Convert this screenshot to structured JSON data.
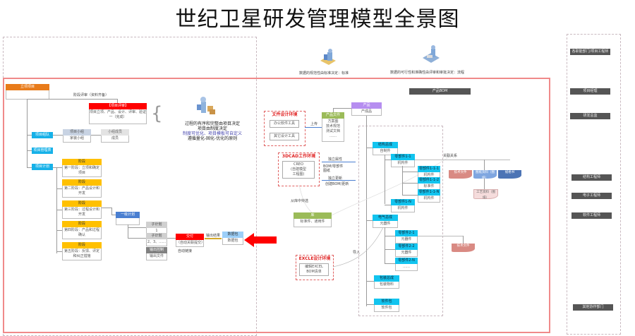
{
  "title": "世纪卫星研发管理模型全景图",
  "captions": {
    "standard": "数据的规范性由标准决定：标准",
    "process": "数据的可行性和准确性由评审和审批决定：流程",
    "process_note": [
      "过程的有序和完整由项目决定",
      "项目由制度决定",
      "制度可优化、项目模板可自定义",
      "遵循量化-固化-优化的原则"
    ]
  },
  "left": {
    "root": {
      "header": "立项项目",
      "body": ""
    },
    "review_label": "阶段评审（资料齐备）",
    "review": {
      "header": "【项目评审】",
      "body": "项目立项、产品、设计、评审、验证一（完成）"
    },
    "team": {
      "tag": "项目组队",
      "group": {
        "header": "项目小组",
        "body": "家装小组"
      },
      "member": {
        "header": "小组成员",
        "body": "成员"
      }
    },
    "mgmt": {
      "tag": "项目管理表"
    },
    "plan": {
      "tag": "项目计划"
    },
    "phases": [
      {
        "header": "阶段",
        "body": "第一阶段：立项和确定项目"
      },
      {
        "header": "阶段",
        "body": "第二阶段：产品设计和开发"
      },
      {
        "header": "阶段",
        "body": "第三阶段：过程设计和开发"
      },
      {
        "header": "阶段",
        "body": "第四阶段：产品和过程确认"
      },
      {
        "header": "阶段",
        "body": "第五阶段：反馈、评定和纠正措施"
      }
    ],
    "level1": {
      "header": "一级计划",
      "body": ""
    },
    "sub1": {
      "header": "子计划",
      "body": "1"
    },
    "sub2": {
      "header": "子计划",
      "body": "2、3、……"
    },
    "output_ctrl": {
      "header": "输出控制",
      "body": "输出文件"
    },
    "deliver": {
      "header": "交付",
      "body": "（自动关联提交）"
    },
    "auto_link": "自动链接",
    "output_link": "输出结果",
    "data": {
      "header": "数据包",
      "body": "数据包"
    }
  },
  "middle": {
    "file_env": {
      "title": "文件设计环境",
      "items": [
        "办公软件工具",
        "其它设计工具"
      ]
    },
    "upload": "上传",
    "product_doc": {
      "header": "产品文件",
      "lines": [
        "方案图",
        "技术规范",
        "测试文档",
        "……"
      ]
    },
    "product": {
      "header": "产品",
      "body": "产成品"
    },
    "cad_env": {
      "title": "3DCAD工作环境",
      "body": [
        "CREO",
        "(自建模型",
        "工程图)"
      ]
    },
    "bom_in": "独立属性",
    "bom_label": [
      "BOM/零部件",
      "图纸"
    ],
    "bom_out": "独立更新",
    "bom_out2": "创建BOM/更新",
    "select": "从库中筛选",
    "lib": {
      "header": "库",
      "body": "标准件、通用件"
    },
    "excel_env": {
      "title": "EXCLE设计环境",
      "body": [
        "编辑EXCEL",
        "BOM清单"
      ]
    },
    "import": "导入"
  },
  "bom": {
    "title": "产品BOM",
    "relation": "关联关系",
    "nodes": [
      {
        "header": "结构总成",
        "body": "自制件"
      },
      {
        "header": "零部件1-1",
        "body": "机构件"
      },
      {
        "header": "零部件1-1-1",
        "body": "机构件"
      },
      {
        "header": "零部件1-1-2",
        "body": "标准件"
      },
      {
        "header": "零部件1-1-N",
        "body": "机构件"
      },
      {
        "header": "零部件1-N",
        "body": "机构件"
      },
      {
        "header": "电气总成",
        "body": "元器件"
      },
      {
        "header": "零部件2-1",
        "body": "元器件"
      },
      {
        "header": "零部件2-2",
        "body": "元器件"
      },
      {
        "header": "零部件2-N",
        "body": "……"
      },
      {
        "header": "包装总成",
        "body": "包装物料"
      },
      {
        "header": "软件包",
        "body": "软件包"
      }
    ],
    "docs": [
      "技术文件",
      "图纸资料（图纸）",
      "规格书",
      "工艺资料（图纸）",
      "技术文件"
    ]
  },
  "sidebar": {
    "items": [
      "各职能部门/项目工程师",
      "项目经理",
      "研发总监",
      "结构工程师",
      "电子工程师",
      "软件工程师",
      "其他协作部门"
    ]
  },
  "colors": {
    "accent_red": "#ff0000",
    "frame_red": "#f08a8a",
    "tag_blue": "#16b1e8",
    "phase_yellow": "#ffc000"
  }
}
